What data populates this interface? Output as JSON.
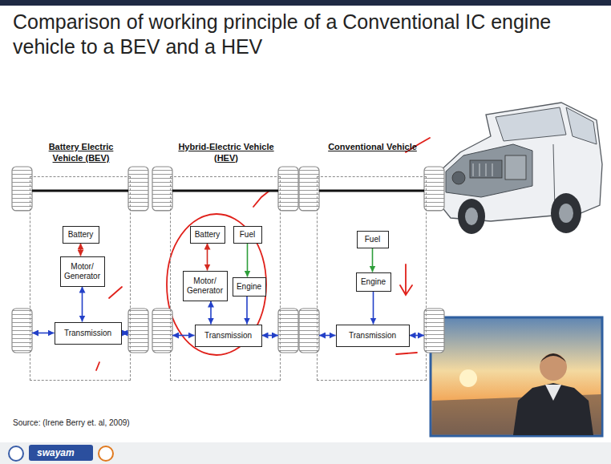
{
  "diagram": {
    "title": "Comparison of working principle of a Conventional IC engine vehicle to a BEV and a HEV",
    "nodes": [
      {
        "text": [
          "Battery Electric Vehicle (BEV)"
        ]
      },
      {
        "text": [
          "Battery"
        ],
        "in": 0
      },
      {
        "text": [
          "Motor/Generator"
        ],
        "in": 0
      },
      {
        "text": [
          "Transmission"
        ],
        "in": 0
      },
      {
        "text": [
          "Hybrid-Electric Vehicle (HEV)"
        ]
      },
      {
        "text": [
          "Battery"
        ],
        "in": 4
      },
      {
        "text": [
          "Fuel"
        ],
        "in": 4
      },
      {
        "text": [
          "Motor/Generator"
        ],
        "in": 4
      },
      {
        "text": [
          "Engine"
        ],
        "in": 4
      },
      {
        "text": [
          "Transmission"
        ],
        "in": 4
      },
      {
        "text": [
          "Conventional Vehicle"
        ]
      },
      {
        "text": [
          "Fuel"
        ],
        "in": 10
      },
      {
        "text": [
          "Engine"
        ],
        "in": 10
      },
      {
        "text": [
          "Transmission"
        ],
        "in": 10
      }
    ],
    "edges": [
      {
        "from": 1,
        "to": 2,
        "arrow": "both"
      },
      {
        "from": 2,
        "to": 3,
        "arrow": "both"
      },
      {
        "from": 5,
        "to": 7,
        "arrow": "both"
      },
      {
        "from": 6,
        "to": 8,
        "arrow": "to"
      },
      {
        "from": 7,
        "to": 9,
        "arrow": "both"
      },
      {
        "from": 8,
        "to": 9,
        "arrow": "to"
      },
      {
        "from": 11,
        "to": 12,
        "arrow": "to"
      },
      {
        "from": 12,
        "to": 13,
        "arrow": "to"
      }
    ],
    "labels": [
      "Source: (Irene Berry et. al, 2009)",
      "swayam"
    ]
  }
}
